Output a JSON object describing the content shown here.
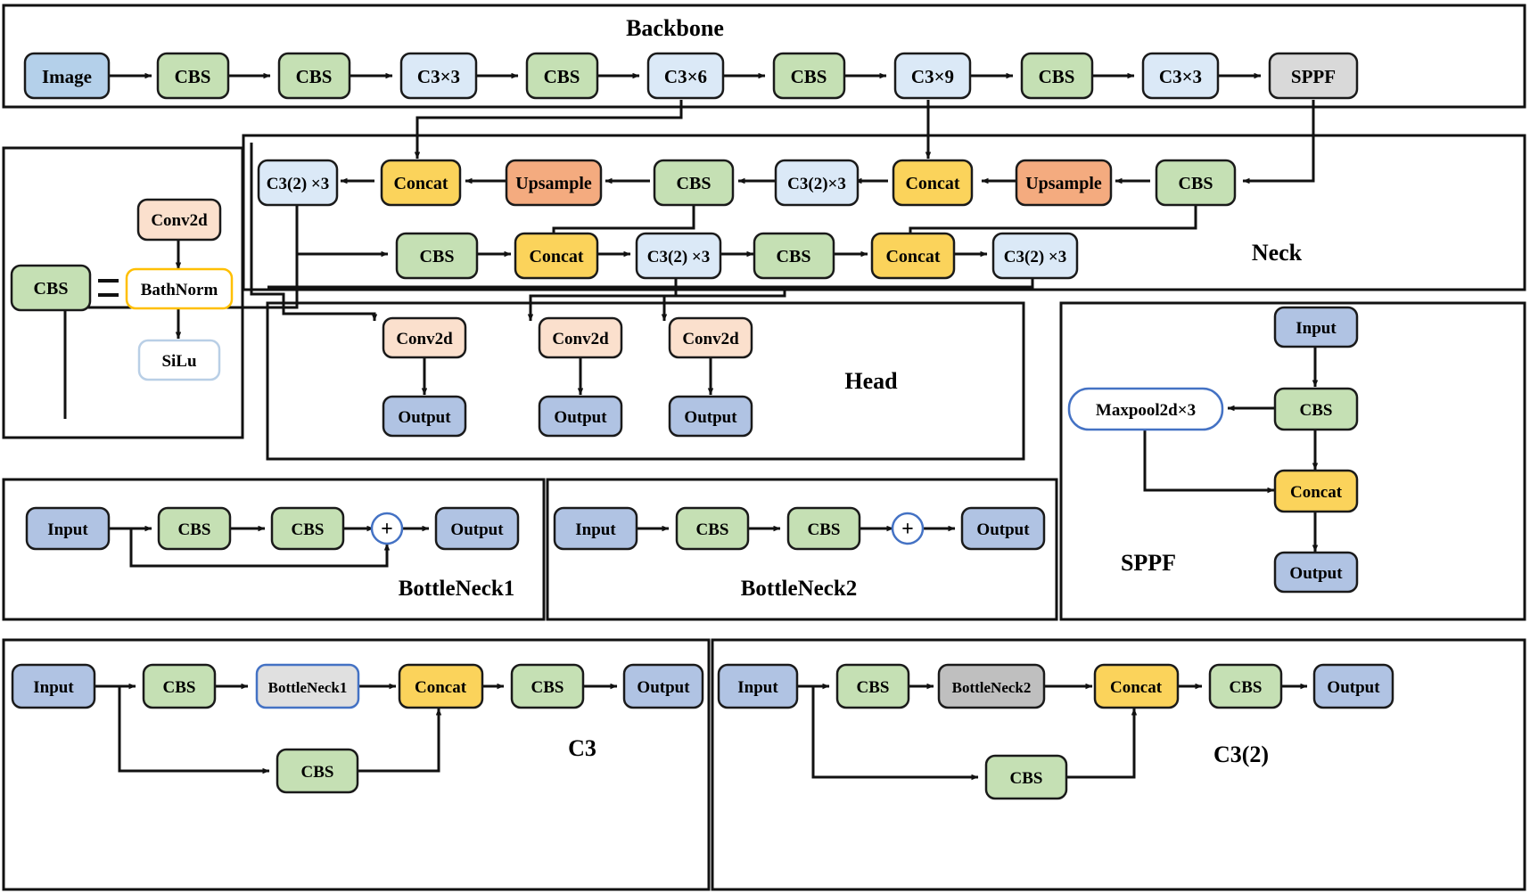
{
  "diagram": {
    "title": "YOLOv5-style network architecture diagram",
    "colors": {
      "green": "#c5e0b4",
      "light_blue": "#dbe9f7",
      "image_blue": "#b4d0ea",
      "output_blue": "#b0c3e3",
      "yellow": "#fbd35b",
      "orange": "#f4ab7f",
      "peach": "#fbe0cd",
      "gray_light": "#d9d9d9",
      "gray_mid": "#bfbfbf",
      "white": "#ffffff",
      "stroke_dark": "#1a1a1a",
      "stroke_blue": "#4472c4",
      "stroke_yellow": "#ffbf00"
    },
    "groups": [
      {
        "id": "backbone",
        "label": "Backbone"
      },
      {
        "id": "neck",
        "label": "Neck"
      },
      {
        "id": "head",
        "label": "Head"
      },
      {
        "id": "cbs_detail",
        "label": ""
      },
      {
        "id": "sppf",
        "label": "SPPF"
      },
      {
        "id": "bottleneck1",
        "label": "BottleNeck1"
      },
      {
        "id": "bottleneck2",
        "label": "BottleNeck2"
      },
      {
        "id": "c3",
        "label": "C3"
      },
      {
        "id": "c3_2",
        "label": "C3(2)"
      }
    ],
    "backbone": {
      "label": "Backbone",
      "nodes": [
        {
          "id": "bb-image",
          "label": "Image",
          "style": "image_blue"
        },
        {
          "id": "bb-cbs1",
          "label": "CBS",
          "style": "green"
        },
        {
          "id": "bb-cbs2",
          "label": "CBS",
          "style": "green"
        },
        {
          "id": "bb-c3x3a",
          "label": "C3×3",
          "style": "light_blue"
        },
        {
          "id": "bb-cbs3",
          "label": "CBS",
          "style": "green"
        },
        {
          "id": "bb-c3x6",
          "label": "C3×6",
          "style": "light_blue"
        },
        {
          "id": "bb-cbs4",
          "label": "CBS",
          "style": "green"
        },
        {
          "id": "bb-c3x9",
          "label": "C3×9",
          "style": "light_blue"
        },
        {
          "id": "bb-cbs5",
          "label": "CBS",
          "style": "green"
        },
        {
          "id": "bb-c3x3b",
          "label": "C3×3",
          "style": "light_blue"
        },
        {
          "id": "bb-sppf",
          "label": "SPPF",
          "style": "gray_light"
        }
      ]
    },
    "neck": {
      "label": "Neck",
      "row_top": [
        {
          "id": "nk-c3t1",
          "label": "C3(2) ×3",
          "style": "light_blue"
        },
        {
          "id": "nk-cat1",
          "label": "Concat",
          "style": "yellow"
        },
        {
          "id": "nk-ups1",
          "label": "Upsample",
          "style": "orange"
        },
        {
          "id": "nk-cbs1",
          "label": "CBS",
          "style": "green"
        },
        {
          "id": "nk-c3t2",
          "label": "C3(2)×3",
          "style": "light_blue"
        },
        {
          "id": "nk-cat2",
          "label": "Concat",
          "style": "yellow"
        },
        {
          "id": "nk-ups2",
          "label": "Upsample",
          "style": "orange"
        },
        {
          "id": "nk-cbs2",
          "label": "CBS",
          "style": "green"
        }
      ],
      "row_bottom": [
        {
          "id": "nk-cbs3",
          "label": "CBS",
          "style": "green"
        },
        {
          "id": "nk-cat3",
          "label": "Concat",
          "style": "yellow"
        },
        {
          "id": "nk-c3b1",
          "label": "C3(2) ×3",
          "style": "light_blue"
        },
        {
          "id": "nk-cbs4",
          "label": "CBS",
          "style": "green"
        },
        {
          "id": "nk-cat4",
          "label": "Concat",
          "style": "yellow"
        },
        {
          "id": "nk-c3b2",
          "label": "C3(2) ×3",
          "style": "light_blue"
        }
      ]
    },
    "head": {
      "label": "Head",
      "convs": [
        {
          "id": "hd-conv1",
          "label": "Conv2d",
          "style": "peach"
        },
        {
          "id": "hd-conv2",
          "label": "Conv2d",
          "style": "peach"
        },
        {
          "id": "hd-conv3",
          "label": "Conv2d",
          "style": "peach"
        }
      ],
      "outputs": [
        {
          "id": "hd-out1",
          "label": "Output",
          "style": "output_blue"
        },
        {
          "id": "hd-out2",
          "label": "Output",
          "style": "output_blue"
        },
        {
          "id": "hd-out3",
          "label": "Output",
          "style": "output_blue"
        }
      ]
    },
    "cbs_detail": {
      "equals": "=",
      "nodes": [
        {
          "id": "cd-cbs",
          "label": "CBS",
          "style": "green"
        },
        {
          "id": "cd-conv",
          "label": "Conv2d",
          "style": "peach"
        },
        {
          "id": "cd-bn",
          "label": "BathNorm",
          "style": "white_yellow_border"
        },
        {
          "id": "cd-silu",
          "label": "SiLu",
          "style": "white_blue_border"
        }
      ]
    },
    "sppf": {
      "label": "SPPF",
      "nodes": [
        {
          "id": "sp-input",
          "label": "Input",
          "style": "output_blue"
        },
        {
          "id": "sp-cbs",
          "label": "CBS",
          "style": "green"
        },
        {
          "id": "sp-maxpool",
          "label": "Maxpool2d×3",
          "style": "white_blue_border"
        },
        {
          "id": "sp-concat",
          "label": "Concat",
          "style": "yellow"
        },
        {
          "id": "sp-output",
          "label": "Output",
          "style": "output_blue"
        }
      ]
    },
    "bottleneck1": {
      "label": "BottleNeck1",
      "nodes": [
        {
          "id": "b1-in",
          "label": "Input",
          "style": "output_blue"
        },
        {
          "id": "b1-cbs1",
          "label": "CBS",
          "style": "green"
        },
        {
          "id": "b1-cbs2",
          "label": "CBS",
          "style": "green"
        },
        {
          "id": "b1-plus",
          "label": "+",
          "style": "circle_plus"
        },
        {
          "id": "b1-out",
          "label": "Output",
          "style": "output_blue"
        }
      ]
    },
    "bottleneck2": {
      "label": "BottleNeck2",
      "nodes": [
        {
          "id": "b2-in",
          "label": "Input",
          "style": "output_blue"
        },
        {
          "id": "b2-cbs1",
          "label": "CBS",
          "style": "green"
        },
        {
          "id": "b2-cbs2",
          "label": "CBS",
          "style": "green"
        },
        {
          "id": "b2-plus",
          "label": "+",
          "style": "circle_plus"
        },
        {
          "id": "b2-out",
          "label": "Output",
          "style": "output_blue"
        }
      ]
    },
    "c3": {
      "label": "C3",
      "nodes": [
        {
          "id": "c3-in",
          "label": "Input",
          "style": "output_blue"
        },
        {
          "id": "c3-cbs1",
          "label": "CBS",
          "style": "green"
        },
        {
          "id": "c3-bn1",
          "label": "BottleNeck1",
          "style": "gray_light_blue_border"
        },
        {
          "id": "c3-cat",
          "label": "Concat",
          "style": "yellow"
        },
        {
          "id": "c3-cbs2",
          "label": "CBS",
          "style": "green"
        },
        {
          "id": "c3-out",
          "label": "Output",
          "style": "output_blue"
        },
        {
          "id": "c3-cbs3",
          "label": "CBS",
          "style": "green"
        }
      ]
    },
    "c3_2": {
      "label": "C3(2)",
      "nodes": [
        {
          "id": "c32-in",
          "label": "Input",
          "style": "output_blue"
        },
        {
          "id": "c32-cbs1",
          "label": "CBS",
          "style": "green"
        },
        {
          "id": "c32-bn2",
          "label": "BottleNeck2",
          "style": "gray_mid"
        },
        {
          "id": "c32-cat",
          "label": "Concat",
          "style": "yellow"
        },
        {
          "id": "c32-cbs2",
          "label": "CBS",
          "style": "green"
        },
        {
          "id": "c32-out",
          "label": "Output",
          "style": "output_blue"
        },
        {
          "id": "c32-cbs3",
          "label": "CBS",
          "style": "green"
        }
      ]
    }
  }
}
